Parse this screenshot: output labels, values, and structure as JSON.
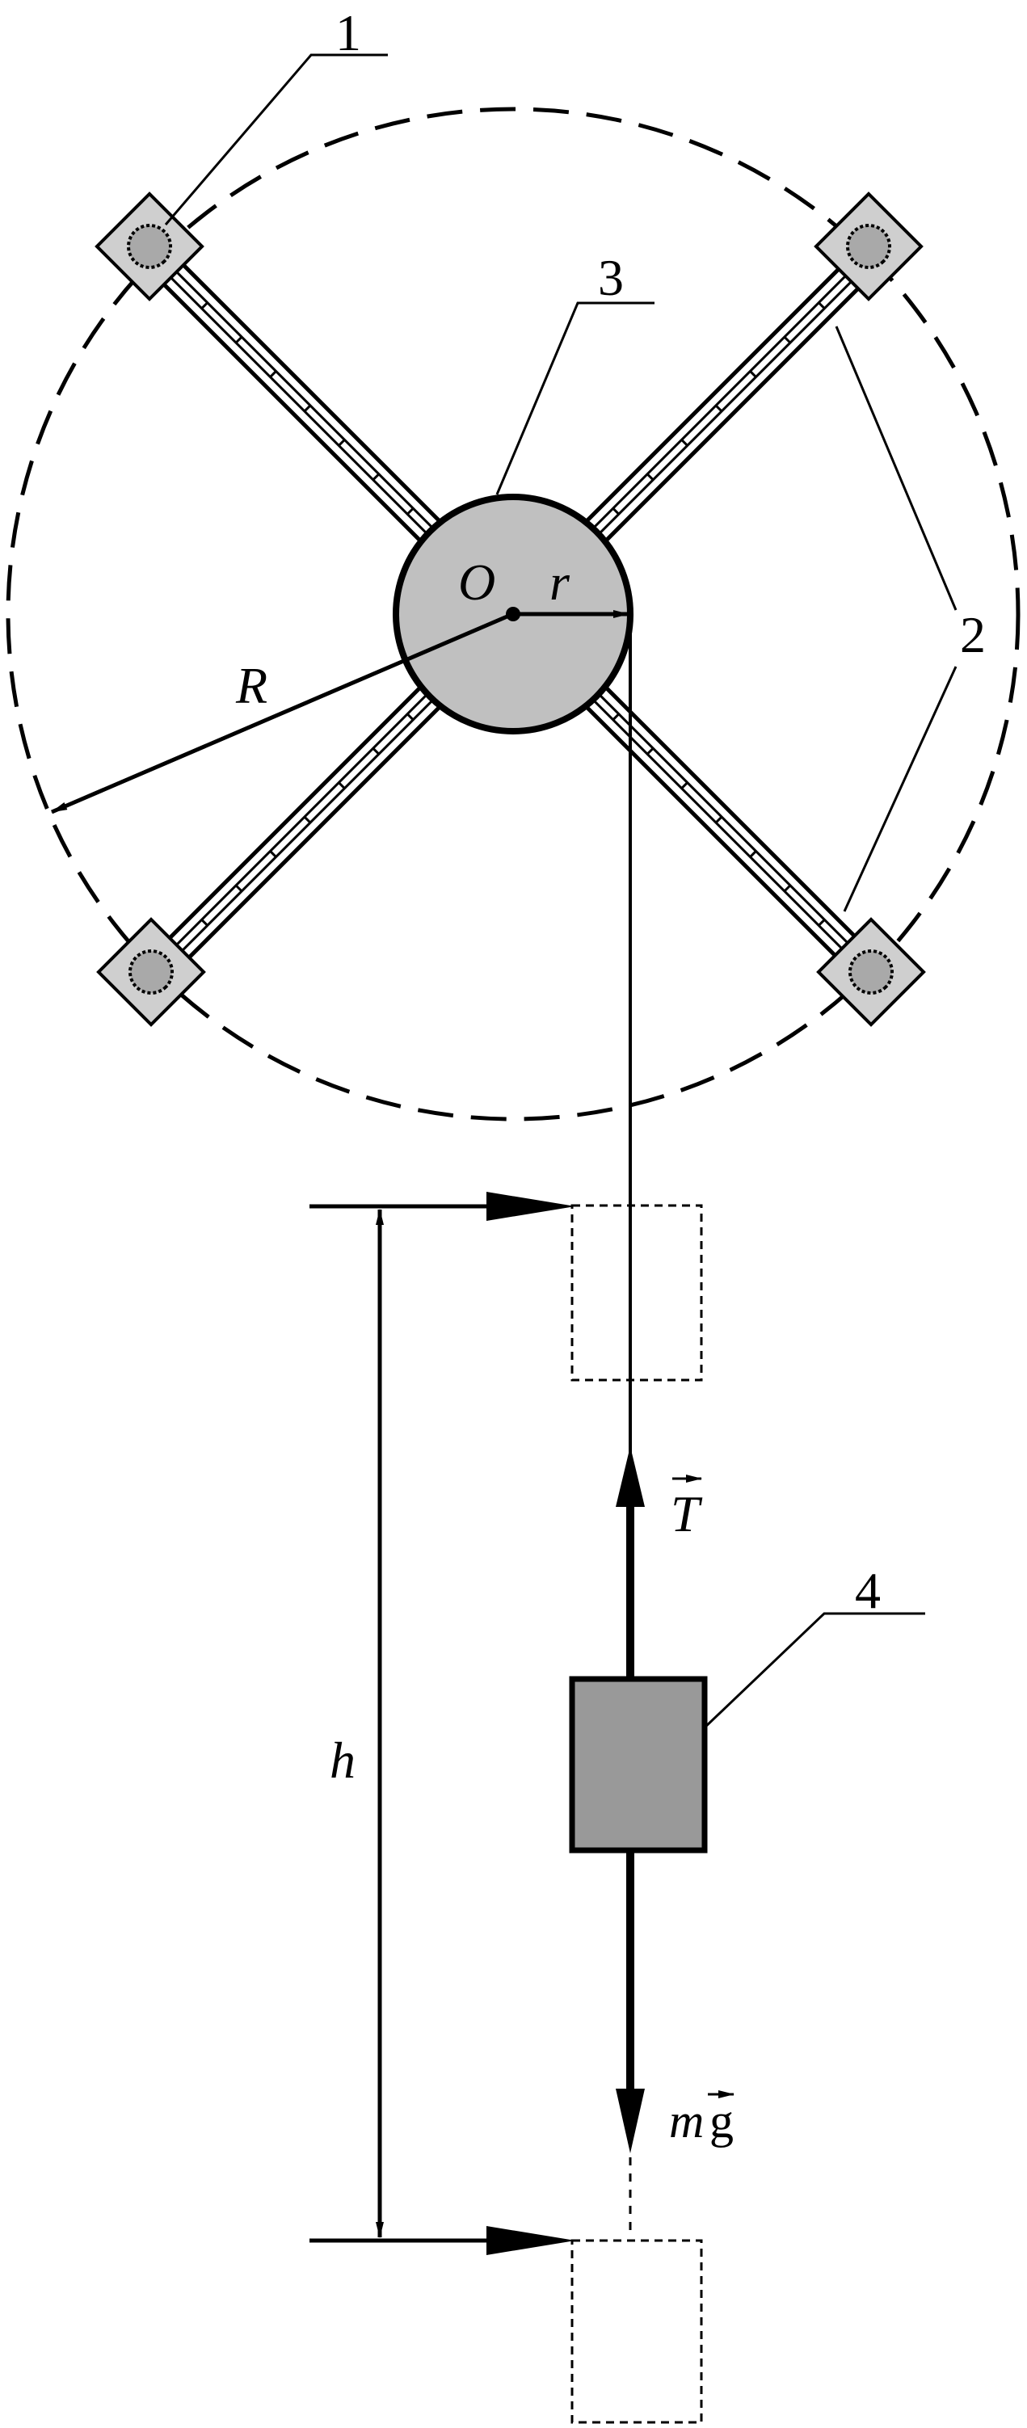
{
  "diagram": {
    "labels": {
      "counterweight": "1",
      "rods": "2",
      "pulley": "3",
      "load": "4",
      "axis_center": "O",
      "pulley_radius": "r",
      "weight_radius": "R",
      "fall_height": "h",
      "tension_symbol": "T",
      "gravity_mass": "m",
      "gravity_g": "g"
    },
    "colors": {
      "line": "#000000",
      "pulley_fill": "#c0c0c0",
      "counterweight_fill": "#cfcfcf",
      "counterweight_knob": "#a9a9a9",
      "load_fill": "#999999",
      "background": "#ffffff"
    }
  }
}
